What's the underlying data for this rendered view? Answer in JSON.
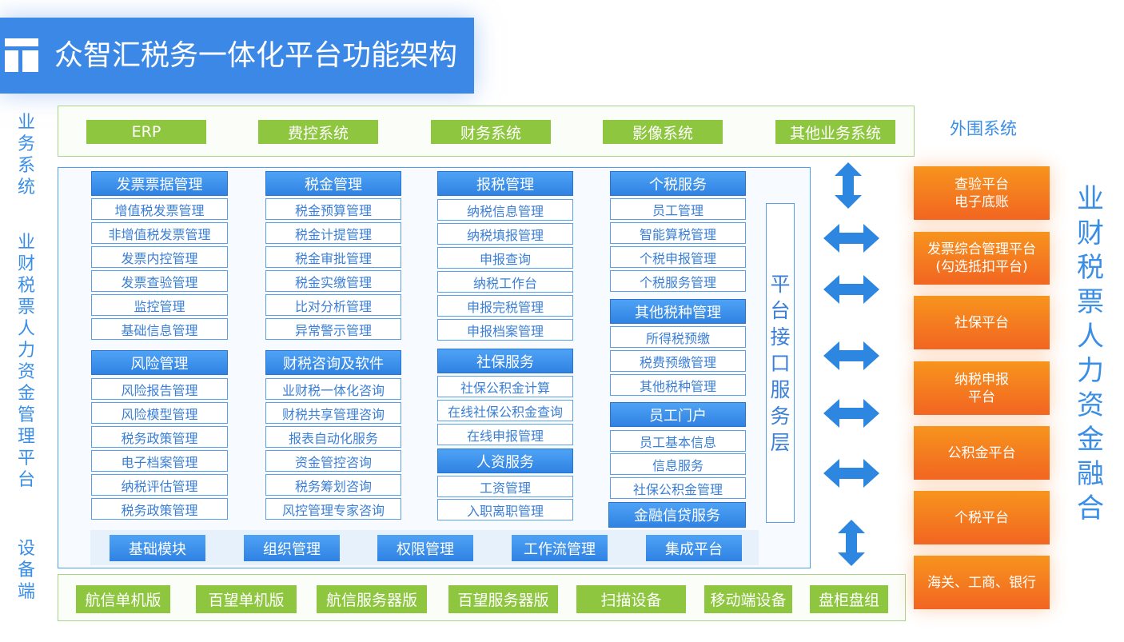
{
  "header": {
    "title": "众智汇税务一体化平台功能架构"
  },
  "left_labels": {
    "business": "业务系统",
    "platform": "业财税票人力资金管理平台",
    "devices": "设备端"
  },
  "business_systems": [
    "ERP",
    "费控系统",
    "财务系统",
    "影像系统",
    "其他业务系统"
  ],
  "columns": [
    {
      "groups": [
        {
          "title": "发票票据管理",
          "items": [
            "增值税发票管理",
            "非增值税发票管理",
            "发票内控管理",
            "发票查验管理",
            "监控管理",
            "基础信息管理"
          ]
        },
        {
          "title": "风险管理",
          "items": [
            "风险报告管理",
            "风险模型管理",
            "税务政策管理",
            "电子档案管理",
            "纳税评估管理",
            "税务政策管理"
          ]
        }
      ]
    },
    {
      "groups": [
        {
          "title": "税金管理",
          "items": [
            "税金预算管理",
            "税金计提管理",
            "税金审批管理",
            "税金实缴管理",
            "比对分析管理",
            "异常警示管理"
          ]
        },
        {
          "title": "财税咨询及软件",
          "items": [
            "业财税一体化咨询",
            "财税共享管理咨询",
            "报表自动化服务",
            "资金管控咨询",
            "税务筹划咨询",
            "风控管理专家咨询"
          ]
        }
      ]
    },
    {
      "groups": [
        {
          "title": "报税管理",
          "items": [
            "纳税信息管理",
            "纳税填报管理",
            "申报查询",
            "纳税工作台",
            "申报完税管理",
            "申报档案管理"
          ]
        },
        {
          "title": "社保服务",
          "items": [
            "社保公积金计算",
            "在线社保公积金查询",
            "在线申报管理"
          ]
        },
        {
          "title": "人资服务",
          "items": [
            "工资管理",
            "入职离职管理"
          ]
        }
      ]
    },
    {
      "groups": [
        {
          "title": "个税服务",
          "items": [
            "员工管理",
            "智能算税管理",
            "个税申报管理",
            "个税服务管理"
          ]
        },
        {
          "title": "其他税种管理",
          "items": [
            "所得税预缴",
            "税费预缴管理",
            "其他税种管理"
          ]
        },
        {
          "title": "员工门户",
          "items": [
            "员工基本信息",
            "信息服务",
            "社保公积金管理"
          ]
        },
        {
          "title": "金融信贷服务",
          "items": []
        }
      ]
    }
  ],
  "service_layer": "平台接口服务层",
  "base_modules": [
    "基础模块",
    "组织管理",
    "权限管理",
    "工作流管理",
    "集成平台"
  ],
  "devices": [
    "航信单机版",
    "百望单机版",
    "航信服务器版",
    "百望服务器版",
    "扫描设备",
    "移动端设备",
    "盘柜盘组"
  ],
  "external": {
    "title": "外围系统",
    "platforms": [
      [
        "查验平台",
        "电子底账"
      ],
      [
        "发票综合管理平台",
        "(勾选抵扣平台)"
      ],
      [
        "社保平台"
      ],
      [
        "纳税申报",
        "平台"
      ],
      [
        "公积金平台"
      ],
      [
        "个税平台"
      ],
      [
        "海关、工商、银行"
      ]
    ],
    "side_label": "业财税票人力资金融合"
  },
  "colors": {
    "blue": "#3c88e6",
    "green": "#8ec63f",
    "orange": "#f26522"
  }
}
